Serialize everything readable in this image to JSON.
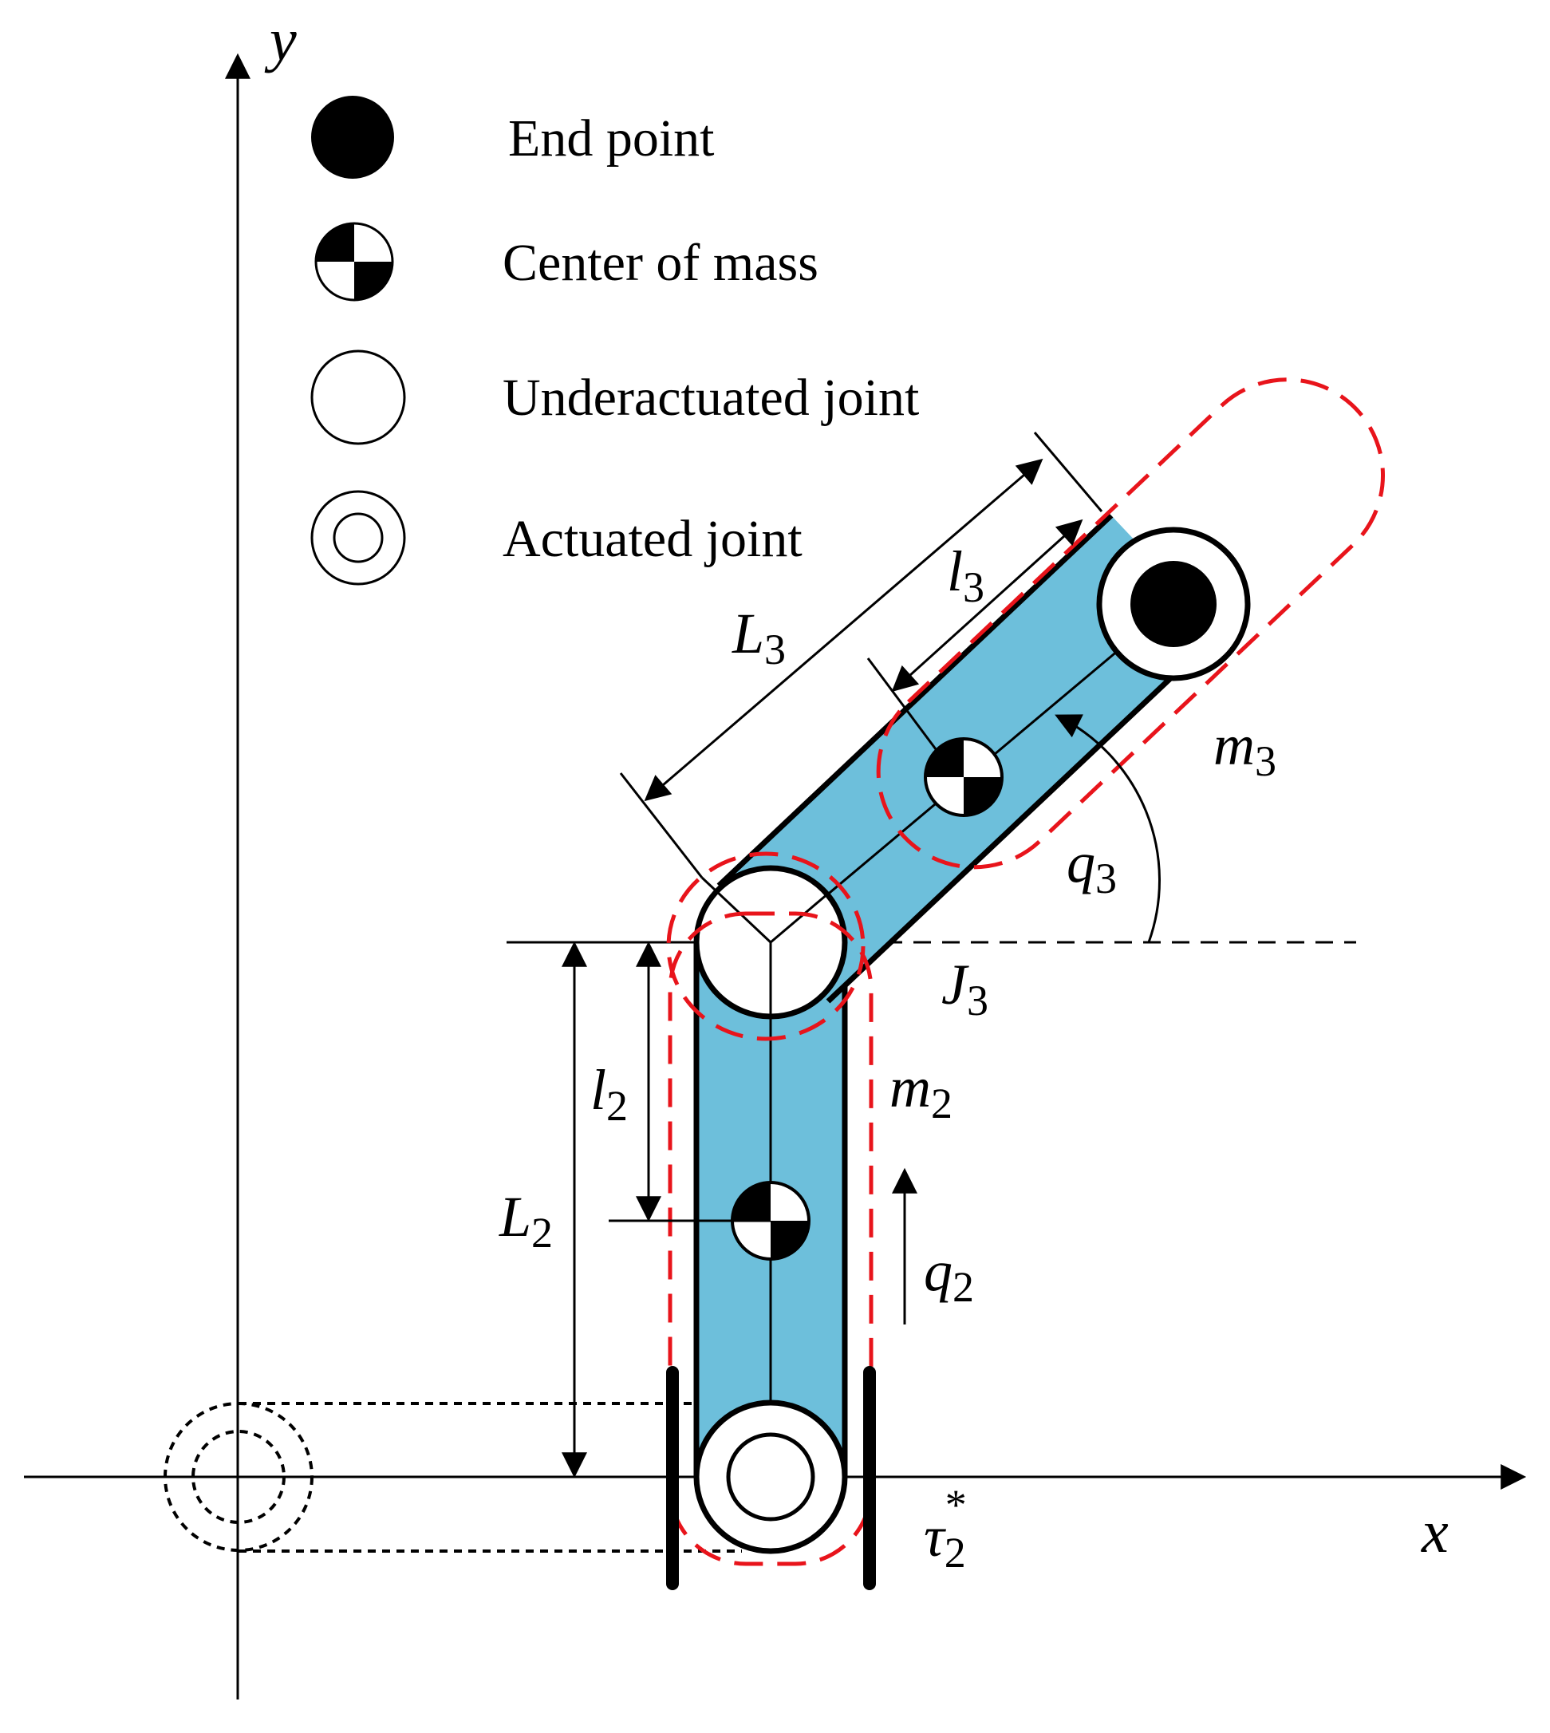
{
  "colors": {
    "link_fill": "#6dbfdb",
    "outline": "#000000",
    "dashed_envelope": "#e8141b",
    "background": "#ffffff"
  },
  "axes": {
    "x_label": "x",
    "y_label": "y"
  },
  "legend": {
    "end_point": "End point",
    "center_of_mass": "Center of mass",
    "underactuated_joint": "Underactuated joint",
    "actuated_joint": "Actuated joint"
  },
  "labels": {
    "L3": {
      "base": "L",
      "sub": "3"
    },
    "l3": {
      "base": "l",
      "sub": "3"
    },
    "m3": {
      "base": "m",
      "sub": "3"
    },
    "q3": {
      "base": "q",
      "sub": "3"
    },
    "J3": {
      "base": "J",
      "sub": "3"
    },
    "l2": {
      "base": "l",
      "sub": "2"
    },
    "m2": {
      "base": "m",
      "sub": "2"
    },
    "L2": {
      "base": "L",
      "sub": "2"
    },
    "q2": {
      "base": "q",
      "sub": "2"
    },
    "tau2": {
      "base": "τ",
      "sub": "2",
      "sup": "*"
    }
  },
  "icons": {
    "end_point": "filled-circle-icon",
    "center_of_mass": "center-of-mass-icon",
    "underactuated_joint": "open-circle-icon",
    "actuated_joint": "double-circle-icon"
  }
}
